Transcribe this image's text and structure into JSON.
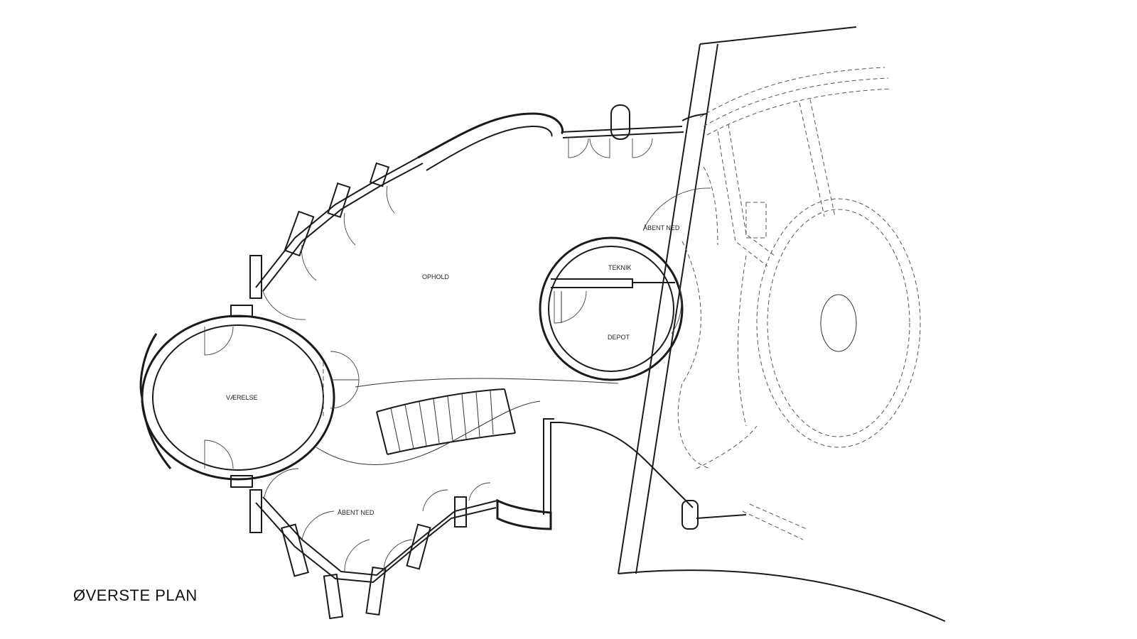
{
  "plan": {
    "title": "ØVERSTE PLAN",
    "rooms": {
      "vaerelse": "VÆRELSE",
      "ophold": "OPHOLD",
      "teknik": "TEKNIK",
      "depot": "DEPOT",
      "aabent_ned_top": "ÅBENT NED",
      "aabent_ned_bottom": "ÅBENT NED"
    }
  }
}
